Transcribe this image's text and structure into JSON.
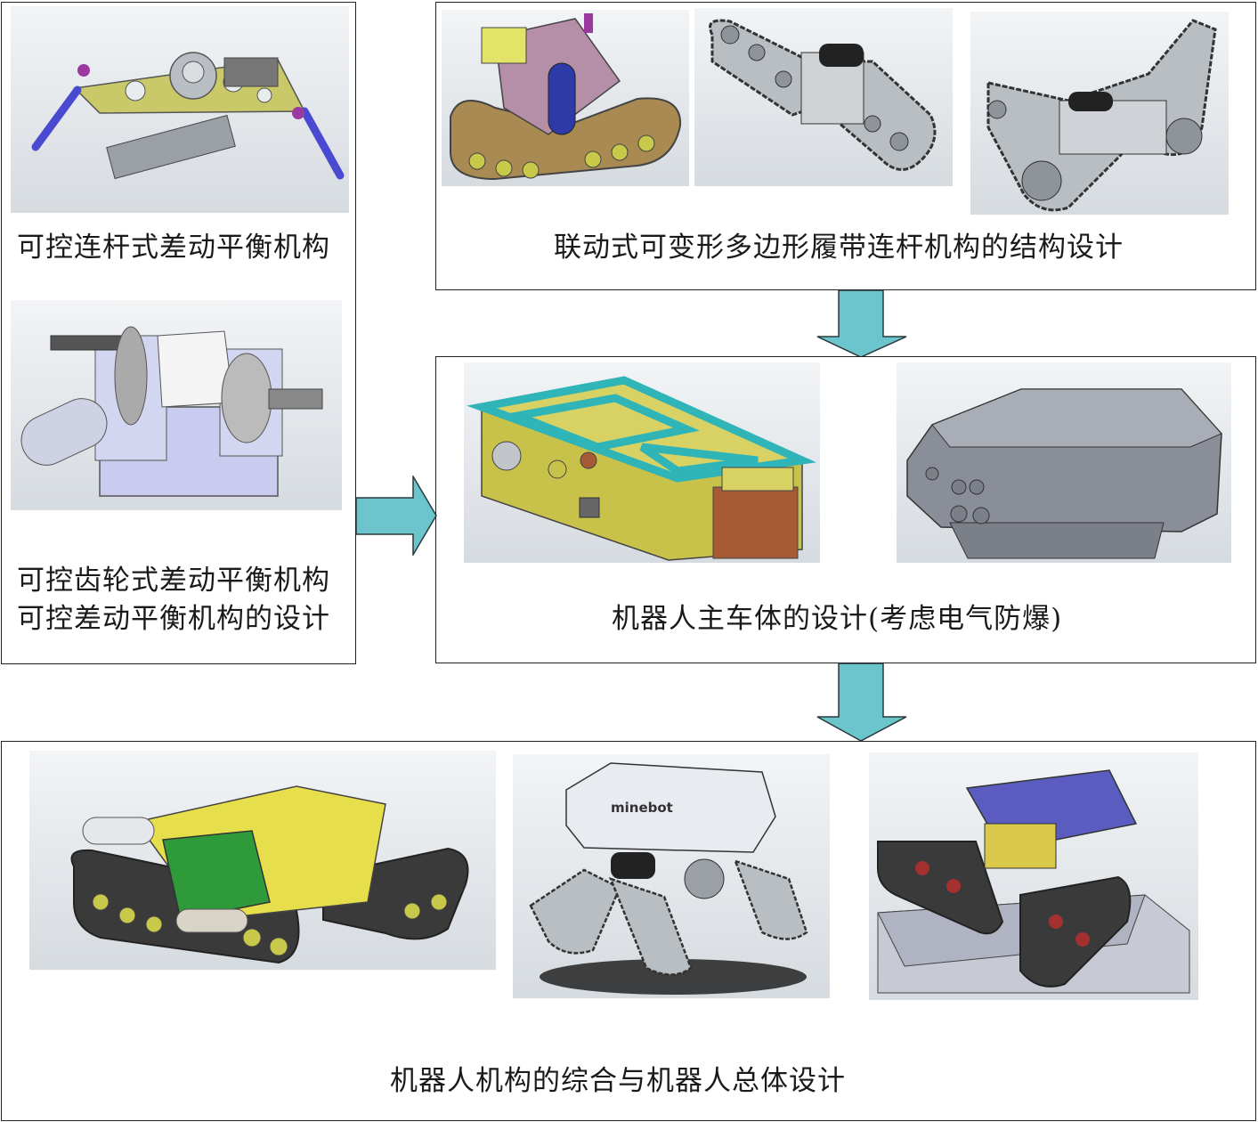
{
  "left_box": {
    "caption_linkage": "可控连杆式差动平衡机构",
    "caption_gear": "可控齿轮式差动平衡机构",
    "caption_design": "可控差动平衡机构的设计"
  },
  "top_right_box": {
    "caption": "联动式可变形多边形履带连杆机构的结构设计"
  },
  "middle_right_box": {
    "caption": "机器人主车体的设计(考虑电气防爆)"
  },
  "bottom_box": {
    "caption": "机器人机构的综合与机器人总体设计",
    "robot_label": "minebot"
  },
  "colors": {
    "arrow_fill": "#6cc4cc",
    "arrow_stroke": "#2a3a3c",
    "border": "#222222"
  }
}
